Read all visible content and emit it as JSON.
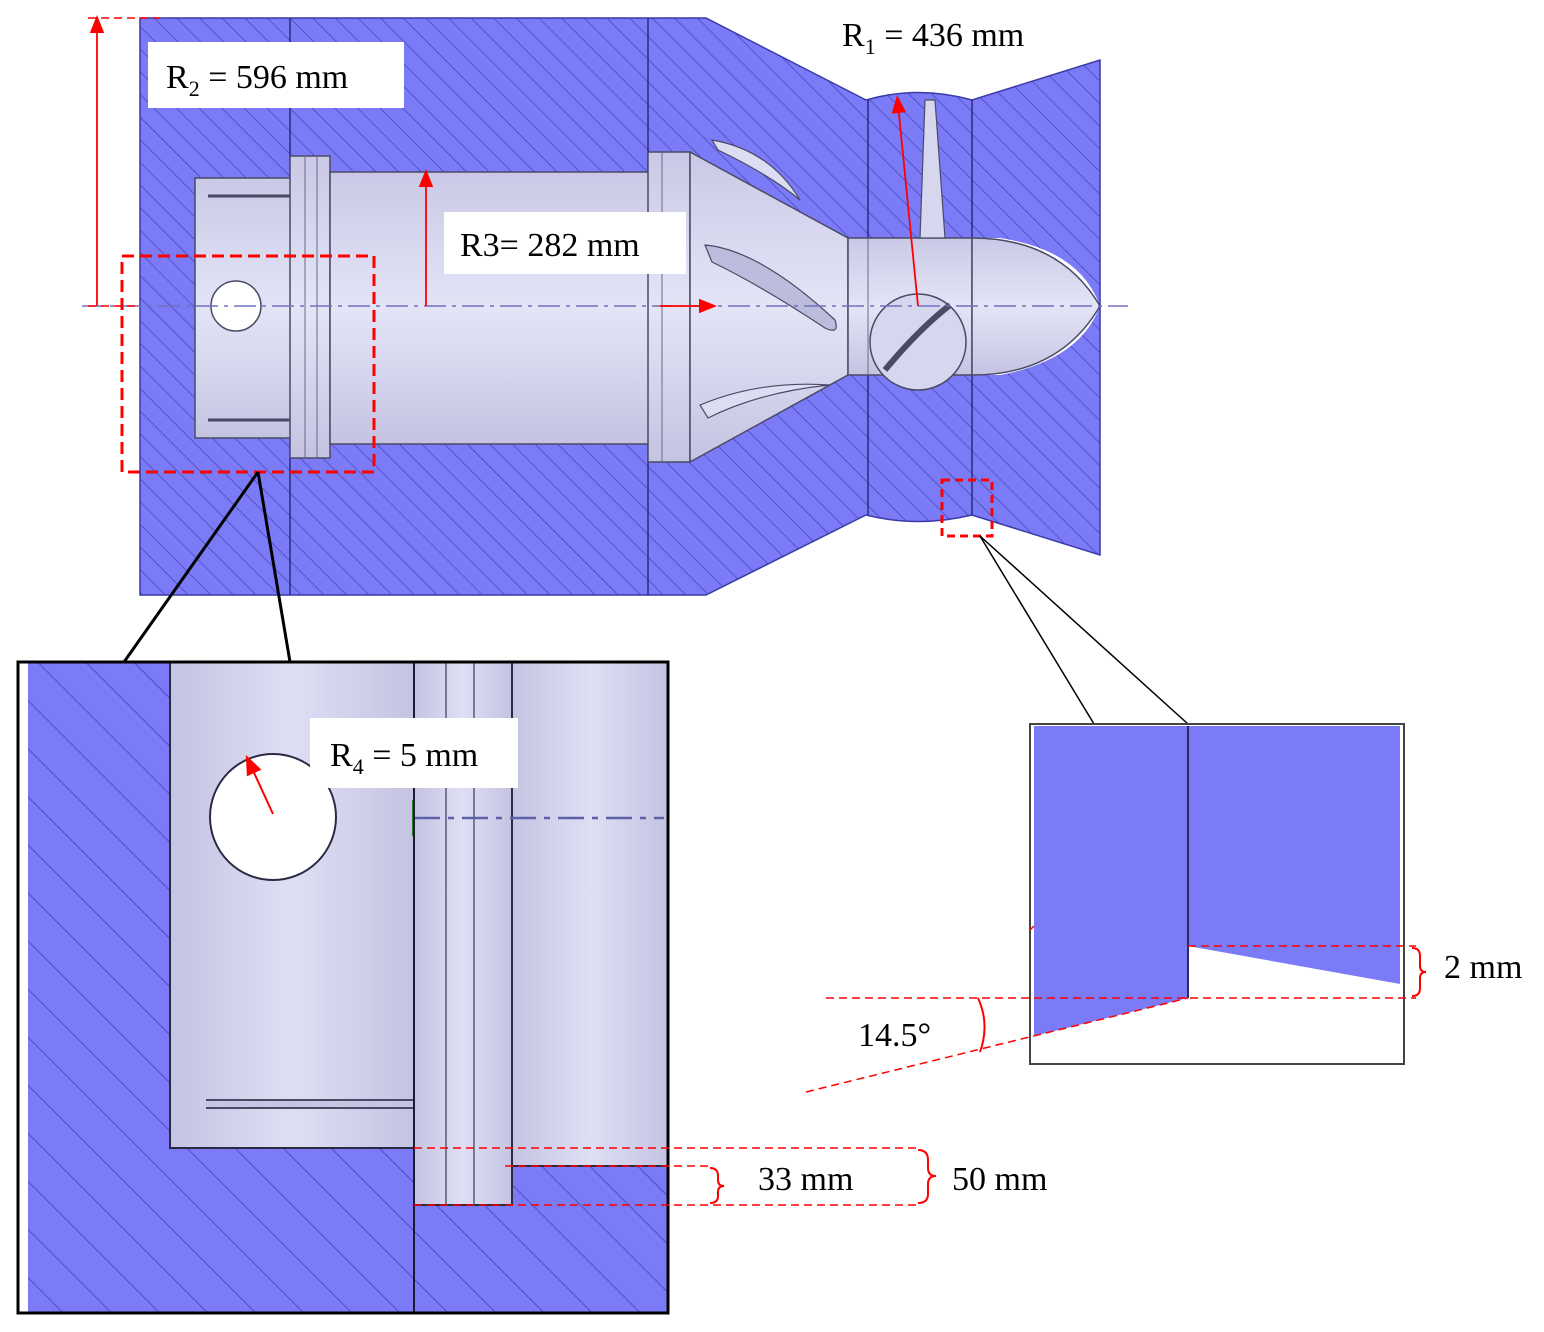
{
  "colors": {
    "material": "#7b7bf7",
    "hatch": "#3a3aa8",
    "part_light": "#d8d8f2",
    "part_mid": "#c6c6e8",
    "part_edge": "#4a4a66",
    "dimension": "#ff0000",
    "centerline": "#7070c0",
    "callout": "#000000",
    "label_bg": "#ffffff"
  },
  "labels": {
    "r1": {
      "symbol": "R",
      "sub": "1",
      "text": " = 436 mm"
    },
    "r2": {
      "symbol": "R",
      "sub": "2",
      "text": " = 596 mm"
    },
    "r3": {
      "text": "R3= 282 mm"
    },
    "r4": {
      "symbol": "R",
      "sub": "4",
      "text": " = 5 mm"
    },
    "dim_33": "33 mm",
    "dim_50": "50 mm",
    "dim_2": "2 mm",
    "angle": "14.5°"
  }
}
